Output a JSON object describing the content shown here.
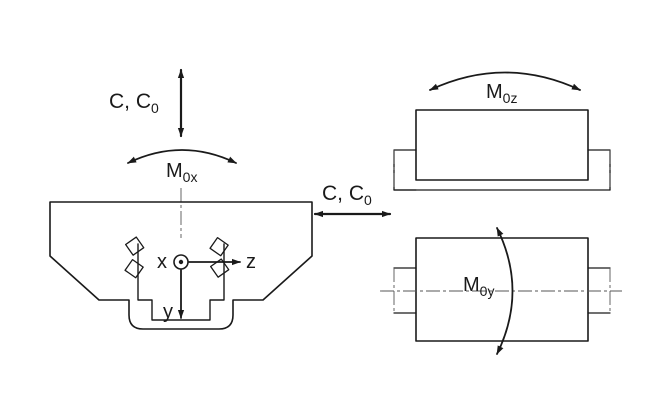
{
  "labels": {
    "load_vertical": {
      "main": "C, C",
      "sub": "0"
    },
    "load_horizontal": {
      "main": "C, C",
      "sub": "0"
    },
    "moment_x": {
      "main": "M",
      "sub": "0x"
    },
    "moment_z": {
      "main": "M",
      "sub": "0z"
    },
    "moment_y": {
      "main": "M",
      "sub": "0y"
    },
    "axis_x": "x",
    "axis_y": "y",
    "axis_z": "z"
  },
  "colors": {
    "line": "#1a1a1a",
    "background": "#ffffff"
  }
}
